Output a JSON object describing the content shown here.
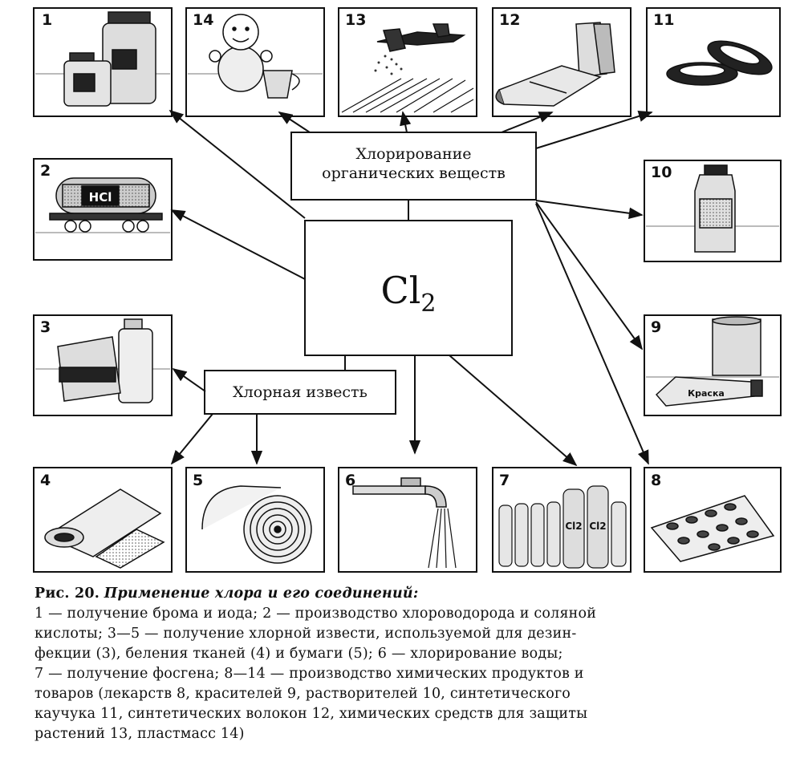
{
  "center": {
    "symbol": "Cl",
    "subscript": "2"
  },
  "labels": {
    "chlorination": [
      "Хлорирование",
      "органических веществ"
    ],
    "bleach": "Хлорная известь"
  },
  "panels": [
    {
      "num": "1",
      "picture": "bromine-iodine-jars"
    },
    {
      "num": "2",
      "picture": "hcl-tank-wagon",
      "text": "HCl"
    },
    {
      "num": "3",
      "picture": "fabric-and-bottle"
    },
    {
      "num": "4",
      "picture": "rolled-fabric"
    },
    {
      "num": "5",
      "picture": "paper-roll"
    },
    {
      "num": "6",
      "picture": "water-tap"
    },
    {
      "num": "7",
      "picture": "gas-cylinders",
      "text": "Cl2"
    },
    {
      "num": "8",
      "picture": "pill-blister"
    },
    {
      "num": "9",
      "picture": "paint-tube-and-can",
      "text": "Краска"
    },
    {
      "num": "10",
      "picture": "solvent-bottle"
    },
    {
      "num": "11",
      "picture": "rubber-tyres"
    },
    {
      "num": "12",
      "picture": "synthetic-fibre-spools"
    },
    {
      "num": "13",
      "picture": "crop-dusting-plane"
    },
    {
      "num": "14",
      "picture": "plastic-toy-and-bucket"
    }
  ],
  "caption": {
    "figure_number": "Рис. 20.",
    "figure_title": "Применение хлора и его соединений:",
    "lines": [
      "1 — получение брома и иода; 2 — производство хлороводорода и соляной",
      "кислоты; 3—5 — получение хлорной извести, используемой для дезин-",
      "фекции (3), беления тканей (4) и бумаги (5); 6 — хлорирование воды;",
      "7 — получение фосгена; 8—14 — производство химических продуктов и",
      "товаров (лекарств 8, красителей 9, растворителей 10, синтетического",
      "каучука 11, синтетических волокон 12, химических средств для защиты",
      "растений 13, пластмасс 14)"
    ]
  }
}
